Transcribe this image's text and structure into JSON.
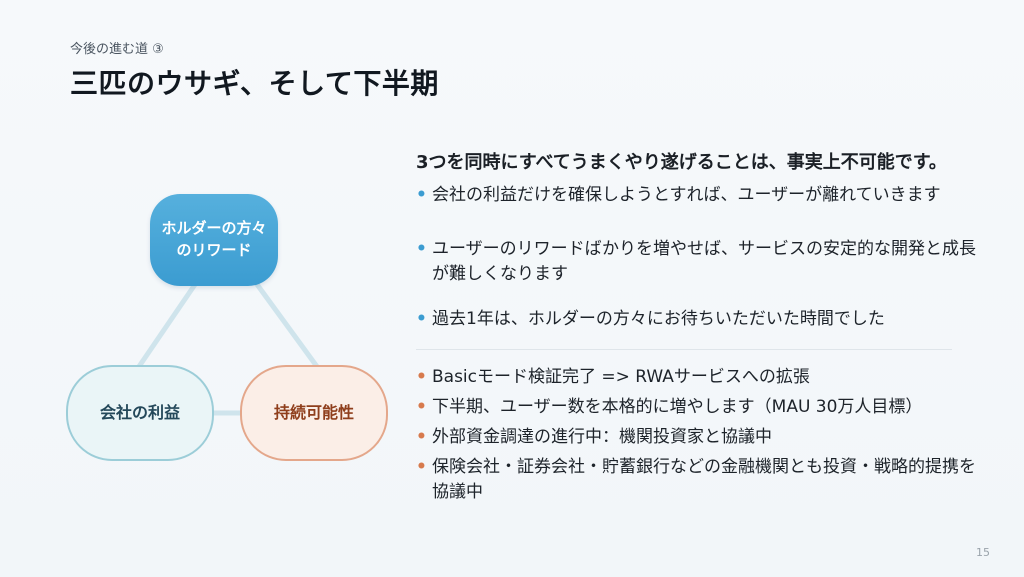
{
  "slide": {
    "kicker": "今後の進む道 ③",
    "title": "三匹のウサギ、そして下半期",
    "page_number": "15"
  },
  "diagram": {
    "nodes": {
      "top": [
        "ホルダーの方々",
        "のリワード"
      ],
      "left": "会社の利益",
      "right": "持続可能性"
    },
    "colors": {
      "top_fill": "#3b9cd1",
      "left_border": "#9ccdd8",
      "right_border": "#e4a78b",
      "connector": "#cfe4ec"
    }
  },
  "content": {
    "lead": "3つを同時にすべてうまくやり遂げることは、事実上不可能です。",
    "points_blue": [
      "会社の利益だけを確保しようとすれば、ユーザーが離れていきます",
      "ユーザーのリワードばかりを増やせば、サービスの安定的な開発と成長が難しくなります",
      "過去1年は、ホルダーの方々にお待ちいただいた時間でした"
    ],
    "points_orange": [
      "Basicモード検証完了 => RWAサービスへの拡張",
      "下半期、ユーザー数を本格的に増やします（MAU 30万人目標）",
      "外部資金調達の進行中：機関投資家と協議中",
      "保険会社・証券会社・貯蓄銀行などの金融機関とも投資・戦略的提携を協議中"
    ],
    "bullet_glyph": "•"
  }
}
